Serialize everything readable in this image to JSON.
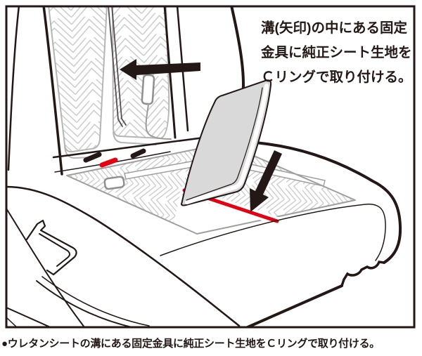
{
  "annotation": {
    "line1": "溝(矢印)の中にある固定",
    "line2": "金具に純正シート生地を",
    "line3": "Ｃリングで取り付ける。"
  },
  "caption": "●ウレタンシートの溝にある固定金具に純正シート生地をＣリングで取り付ける。",
  "colors": {
    "ink": "#231815",
    "groove_highlight_red": "#e60012",
    "fabric_sheet_gray": "#d9d9d9",
    "heater_wire_gray": "#c8c8c8",
    "panel_outline_gray": "#b5b5b5",
    "connector_outline_gray": "#8f8f8f"
  },
  "icons": {
    "backrest_groove_arrow": "thick-arrow-pointing-left",
    "cushion_groove_arrow": "thick-arrow-pointing-down-left"
  }
}
